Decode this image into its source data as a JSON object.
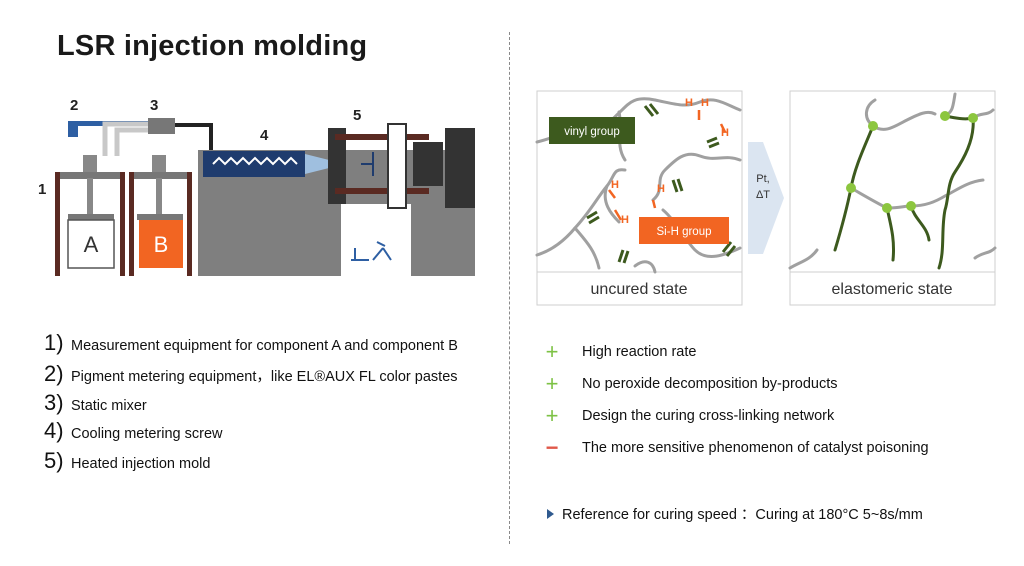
{
  "title": "LSR injection molding",
  "machine": {
    "callouts": [
      "1",
      "2",
      "3",
      "4",
      "5"
    ],
    "container_a": "A",
    "container_b": "B"
  },
  "legend": [
    {
      "num": "1)",
      "text": "Measurement equipment for component A and component B"
    },
    {
      "num": "2)",
      "text": "Pigment metering equipment，like EL®AUX FL color  pastes"
    },
    {
      "num": "3)",
      "text": "Static mixer"
    },
    {
      "num": "4)",
      "text": "Cooling metering screw"
    },
    {
      "num": "5)",
      "text": "Heated injection mold"
    }
  ],
  "curing": {
    "vinyl_label": "vinyl group",
    "sih_label": "Si-H group",
    "h_letter": "H",
    "catalyst_line1": "Pt,",
    "catalyst_line2": "ΔT",
    "uncured_caption": "uncured state",
    "cured_caption": "elastomeric state",
    "colors": {
      "vinyl": "#3d5a1e",
      "sih": "#f26522",
      "crosslink": "#8cc63f",
      "chain": "#a0a0a0"
    }
  },
  "pros_cons": [
    {
      "sign": "+",
      "type": "plus",
      "text": "High reaction rate"
    },
    {
      "sign": "+",
      "type": "plus",
      "text": "No peroxide decomposition by-products"
    },
    {
      "sign": "+",
      "type": "plus",
      "text": "Design the curing cross-linking network"
    },
    {
      "sign": "−",
      "type": "minus",
      "text": "The more sensitive phenomenon of catalyst poisoning"
    }
  ],
  "reference": "Reference for curing speed ：Curing at 180°C  5~8s/mm"
}
